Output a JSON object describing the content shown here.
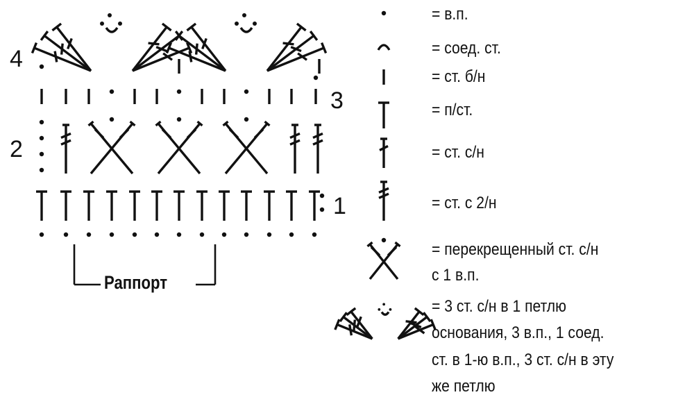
{
  "row_numbers": {
    "row1": "1",
    "row2": "2",
    "row3": "3",
    "row4": "4"
  },
  "repeat_label": "Раппорт",
  "legend": [
    {
      "symbol": "chain-stitch",
      "text": "= в.п."
    },
    {
      "symbol": "slip-stitch",
      "text": "= соед. ст."
    },
    {
      "symbol": "single-crochet",
      "text": "= ст. б/н"
    },
    {
      "symbol": "half-double-crochet",
      "text": "= п/ст."
    },
    {
      "symbol": "double-crochet",
      "text": "= ст. с/н"
    },
    {
      "symbol": "treble-crochet",
      "text": "= ст. с 2/н"
    },
    {
      "symbol": "crossed-double-crochet",
      "text": "= перекрещенный ст. с/н с 1 в.п."
    },
    {
      "symbol": "shell-fan",
      "text": "= 3 ст. с/н в 1 петлю основания, 3 в.п., 1 соед. ст. в 1-ю в.п., 3 ст. с/н в эту же петлю"
    }
  ],
  "legend_lines": {
    "crossed": [
      "= перекрещенный ст. с/н",
      "с 1 в.п."
    ],
    "shell": [
      "= 3 ст. с/н в 1 петлю",
      "основания, 3 в.п., 1 соед.",
      "ст. в 1-ю в.п., 3 ст. с/н в эту",
      "же петлю"
    ]
  }
}
